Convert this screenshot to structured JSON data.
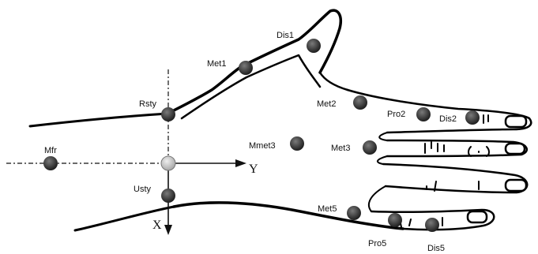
{
  "figure": {
    "markers": [
      {
        "id": "Dis1",
        "label": "Dis1"
      },
      {
        "id": "Met1",
        "label": "Met1"
      },
      {
        "id": "Rsty",
        "label": "Rsty"
      },
      {
        "id": "Met2",
        "label": "Met2"
      },
      {
        "id": "Pro2",
        "label": "Pro2"
      },
      {
        "id": "Dis2",
        "label": "Dis2"
      },
      {
        "id": "Mmet3",
        "label": "Mmet3"
      },
      {
        "id": "Met3",
        "label": "Met3"
      },
      {
        "id": "Mfr",
        "label": "Mfr"
      },
      {
        "id": "Usty",
        "label": "Usty"
      },
      {
        "id": "Met5",
        "label": "Met5"
      },
      {
        "id": "Pro5",
        "label": "Pro5"
      },
      {
        "id": "Dis5",
        "label": "Dis5"
      }
    ],
    "axes": {
      "y_label": "Y",
      "x_label": "X"
    },
    "colors": {
      "marker_fill": "#3a3a3a",
      "origin_fill": "#c8c8c8",
      "outline": "#000000"
    }
  }
}
